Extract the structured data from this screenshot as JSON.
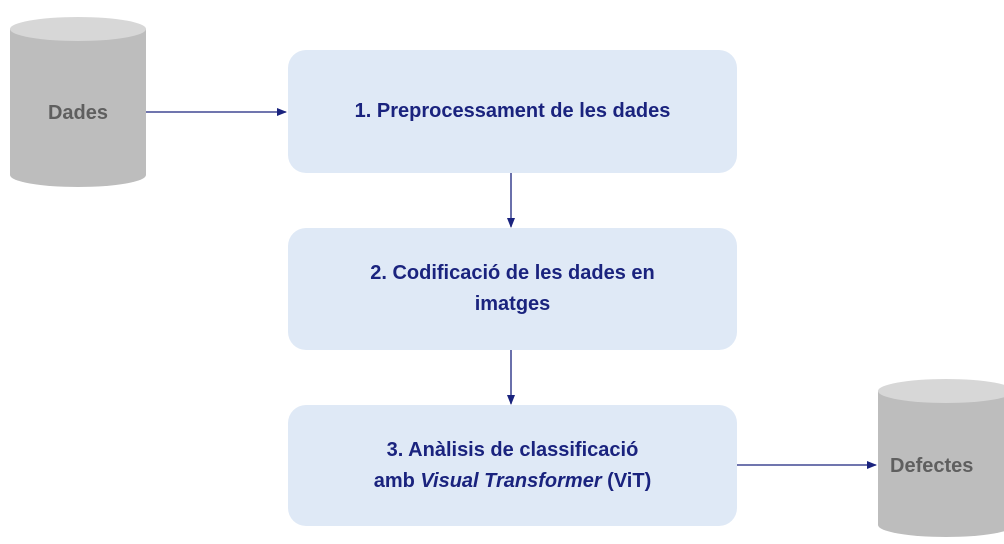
{
  "cylinders": {
    "input_label": "Dades",
    "output_label": "Defectes"
  },
  "steps": {
    "step1": "1. Preprocessament de les dades",
    "step2": "2. Codificació de les dades en imatges",
    "step3": {
      "line1": "3. Anàlisis de classificació",
      "prefix": "amb ",
      "italic": "Visual Transformer",
      "suffix": " (ViT)"
    }
  },
  "colors": {
    "box_fill": "#dfe9f6",
    "text": "#1a237e",
    "arrow": "#1a237e",
    "cylinder": "#bdbdbd",
    "cylinder_text": "#5f5f5f"
  }
}
